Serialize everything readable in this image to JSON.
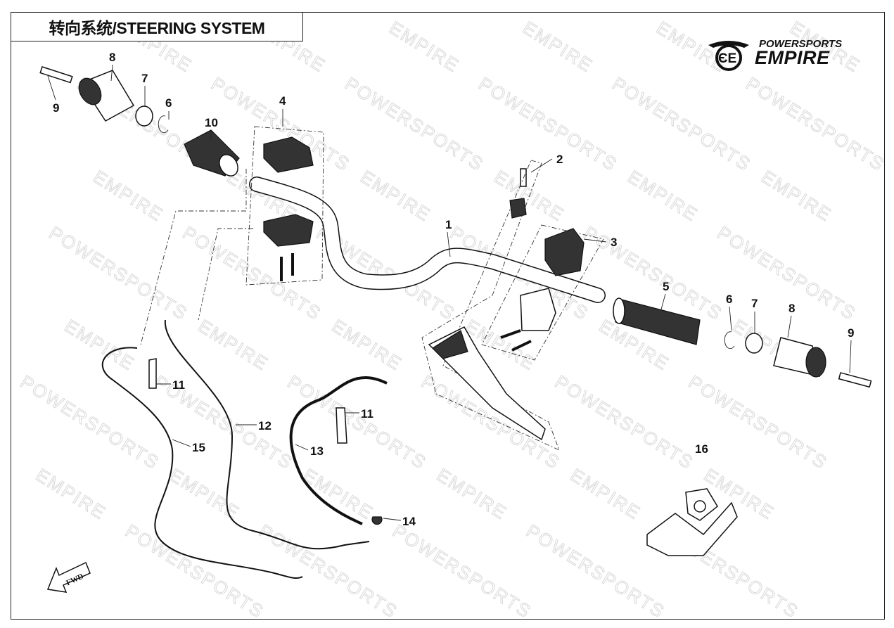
{
  "title": "转向系统/STEERING SYSTEM",
  "logo": {
    "line1": "POWERSPORTS",
    "line2": "EMPIRE"
  },
  "watermark": "POWERSPORTS EMPIRE",
  "fwd_label": "FWD",
  "callouts": [
    "8",
    "7",
    "6",
    "9",
    "10",
    "4",
    "2",
    "1",
    "3",
    "5",
    "6",
    "7",
    "8",
    "9",
    "11",
    "12",
    "15",
    "11",
    "13",
    "14",
    "16"
  ]
}
